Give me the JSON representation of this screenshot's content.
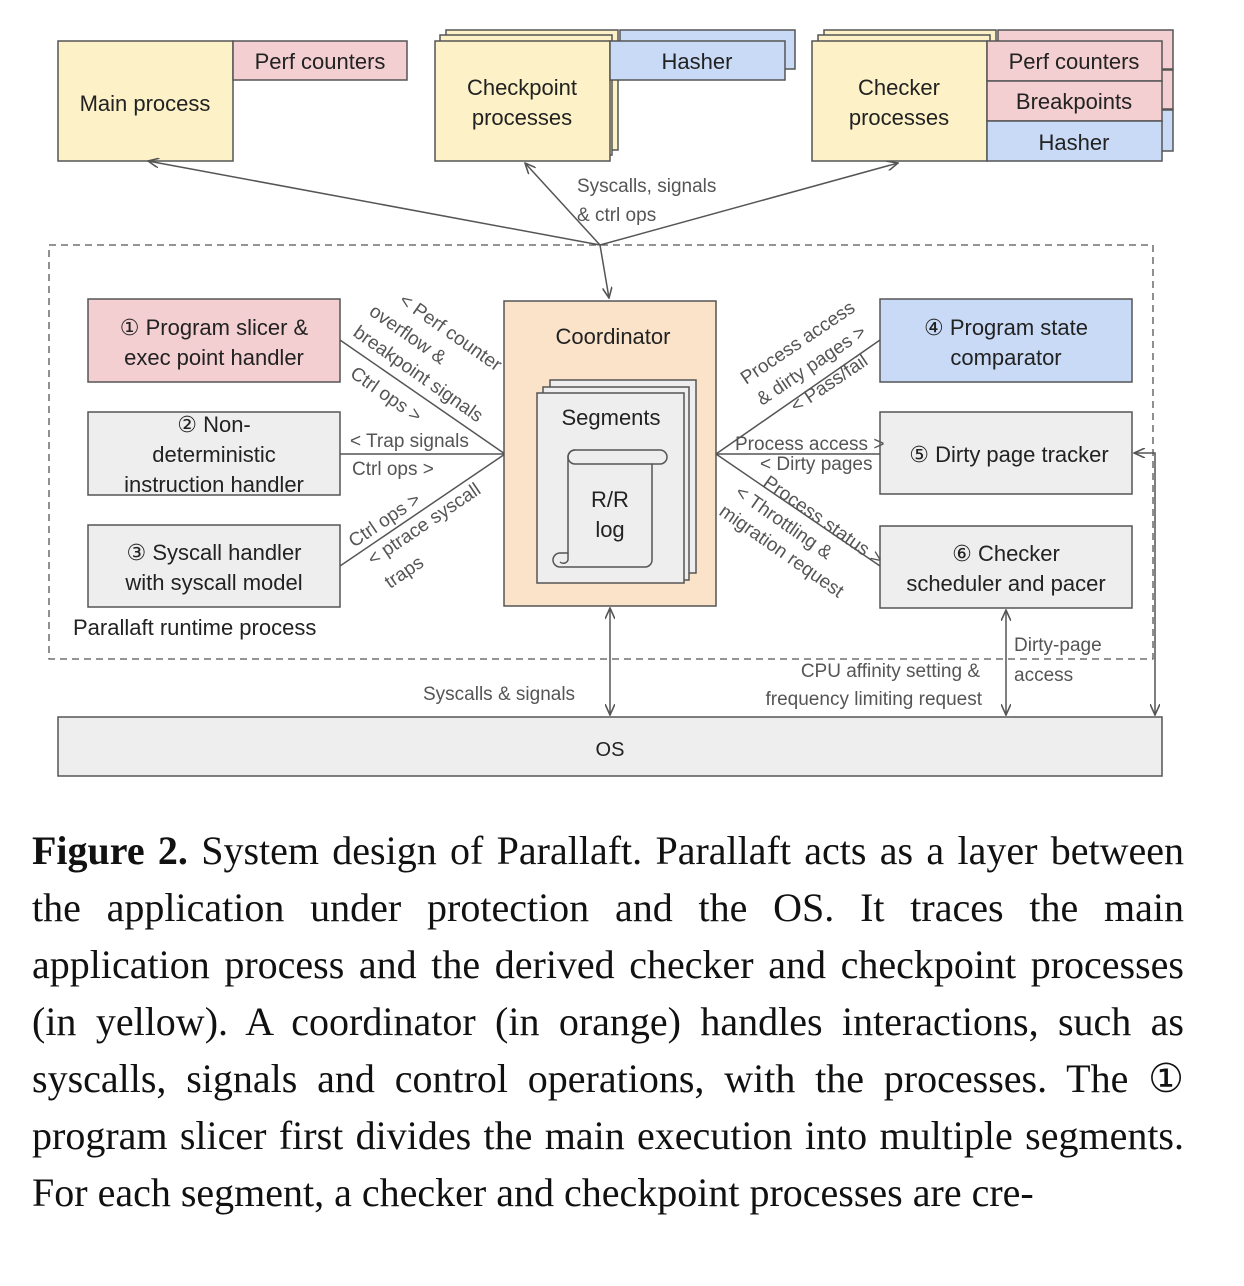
{
  "diagram": {
    "main_process": {
      "label": "Main process",
      "perf": "Perf counters"
    },
    "checkpoint": {
      "line1": "Checkpoint",
      "line2": "processes",
      "hasher": "Hasher"
    },
    "checker": {
      "line1": "Checker",
      "line2": "processes",
      "perf": "Perf counters",
      "breakpoints": "Breakpoints",
      "hasher": "Hasher"
    },
    "top_link": {
      "line1": "Syscalls, signals",
      "line2": "& ctrl ops"
    },
    "runtime_label": "Parallaft runtime process",
    "coordinator": {
      "title": "Coordinator",
      "segments": "Segments",
      "log1": "R/R",
      "log2": "log"
    },
    "m1": {
      "line1": "① Program slicer &",
      "line2": "exec point handler"
    },
    "m2": {
      "line1": "② Non-",
      "line2": "deterministic",
      "line3": "instruction handler"
    },
    "m3": {
      "line1": "③ Syscall handler",
      "line2": "with syscall model"
    },
    "m4": {
      "line1": "④ Program state",
      "line2": "comparator"
    },
    "m5": {
      "label": "⑤ Dirty page tracker"
    },
    "m6": {
      "line1": "⑥ Checker",
      "line2": "scheduler and pacer"
    },
    "edge1": {
      "a": "< Perf counter",
      "b": "overflow &",
      "c": "breakpoint signals",
      "d": "Ctrl ops >"
    },
    "edge2": {
      "a": "< Trap signals",
      "b": "Ctrl ops >"
    },
    "edge3": {
      "a": "Ctrl ops >",
      "b": "< ptrace syscall",
      "c": "traps"
    },
    "edge4": {
      "a": "Process access",
      "b": "& dirty pages >",
      "c": "< Pass/fail"
    },
    "edge5": {
      "a": "Process access >",
      "b": "< Dirty pages"
    },
    "edge6": {
      "a": "Process status >",
      "b": "< Throttling &",
      "c": "migration request"
    },
    "bottom": {
      "syscalls": "Syscalls & signals",
      "cpu1": "CPU affinity setting &",
      "cpu2": "frequency limiting request",
      "dirty1": "Dirty-page",
      "dirty2": "access",
      "os": "OS"
    }
  },
  "caption": {
    "fig_label": "Figure 2.",
    "text": " System design of Parallaft. Parallaft acts as a layer between the application under protection and the OS. It traces the main application process and the derived checker and checkpoint processes (in yellow). A coordinator (in orange) handles interactions, such as syscalls, signals and control operations, with the processes. The ① program slicer first divides the main execution into multiple segments. For each segment, a checker and checkpoint processes are cre-"
  },
  "colors": {
    "yellow": "#fdf1c7",
    "pink": "#f3cfd1",
    "blue": "#c9daf7",
    "orange": "#fbe3c9",
    "grey": "#eeeeee",
    "stroke": "#555555"
  }
}
